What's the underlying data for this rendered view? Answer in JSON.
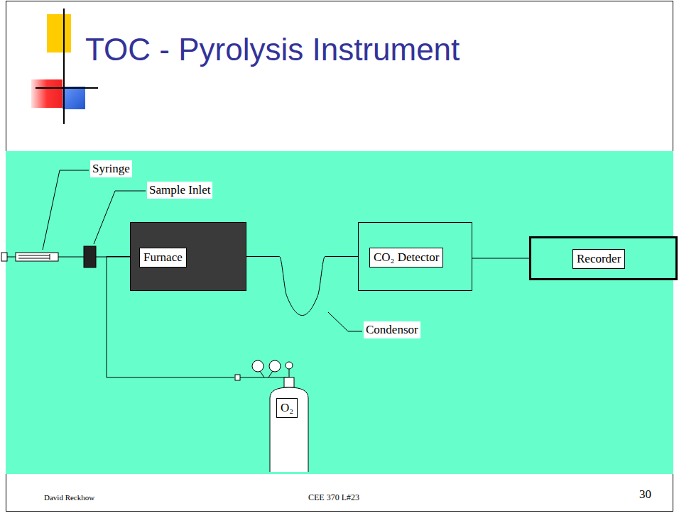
{
  "diagram": {
    "title": "TOC - Pyrolysis Instrument",
    "nodes": [
      {
        "text": [
          "Furnace"
        ]
      },
      {
        "text": [
          "CO₂ Detector"
        ]
      },
      {
        "text": [
          "Recorder"
        ]
      },
      {
        "text": [
          "O₂"
        ]
      }
    ],
    "edges": [
      {
        "from": 0,
        "to": 1,
        "arrow": "none"
      },
      {
        "from": 1,
        "to": 2,
        "arrow": "none"
      },
      {
        "from": 3,
        "to": 0,
        "arrow": "none"
      }
    ],
    "labels": [
      "Syringe",
      "Sample Inlet",
      "Condensor",
      "David Reckhow",
      "CEE 370 L#23",
      "30"
    ]
  }
}
